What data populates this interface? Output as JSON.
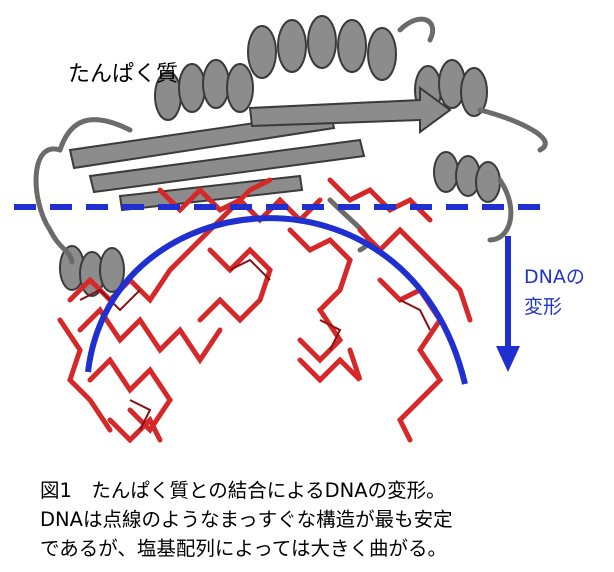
{
  "figure": {
    "protein_label": "たんぱく質",
    "deform_label_line1": "DNAの",
    "deform_label_line2": "変形",
    "colors": {
      "protein": "#8a8a8a",
      "protein_edge": "#3a3a3a",
      "dna": "#d62828",
      "dna_edge": "#7a0f0f",
      "guide": "#1f2fd0"
    },
    "icons": [
      "dashed-straight-line",
      "arc-curve",
      "down-arrow-icon"
    ]
  },
  "caption": {
    "line1": "図1　たんぱく質との結合によるDNAの変形。",
    "line2": "DNAは点線のようなまっすぐな構造が最も安定",
    "line3": "であるが、塩基配列によっては大きく曲がる。"
  }
}
